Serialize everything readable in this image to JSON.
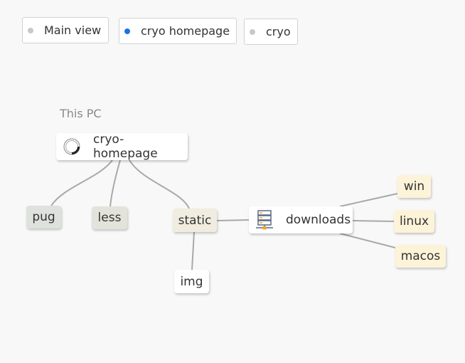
{
  "tabs": [
    {
      "label": "Main view",
      "active": false
    },
    {
      "label": "cryo homepage",
      "active": true
    },
    {
      "label": "cryo",
      "active": false
    }
  ],
  "group": {
    "label": "This PC"
  },
  "nodes": {
    "root": {
      "label": "cryo-homepage",
      "icon": "loading-ring-icon"
    },
    "pug": {
      "label": "pug",
      "color": "#dde3dc"
    },
    "less": {
      "label": "less",
      "color": "#e3e3dc"
    },
    "static": {
      "label": "static",
      "color": "#f0ede0"
    },
    "img": {
      "label": "img",
      "color": "#ffffff"
    },
    "downloads": {
      "label": "downloads",
      "icon": "server-icon"
    },
    "win": {
      "label": "win",
      "color": "#fdf3d8"
    },
    "linux": {
      "label": "linux",
      "color": "#fdf3d8"
    },
    "macos": {
      "label": "macos",
      "color": "#fdf3d8"
    }
  },
  "colors": {
    "accent": "#1a73e8",
    "inactive_dot": "#c8c8c8",
    "edge": "#a9a9a9",
    "server_icon_accent": "#f5a623",
    "server_icon_body": "#5b6a86"
  }
}
